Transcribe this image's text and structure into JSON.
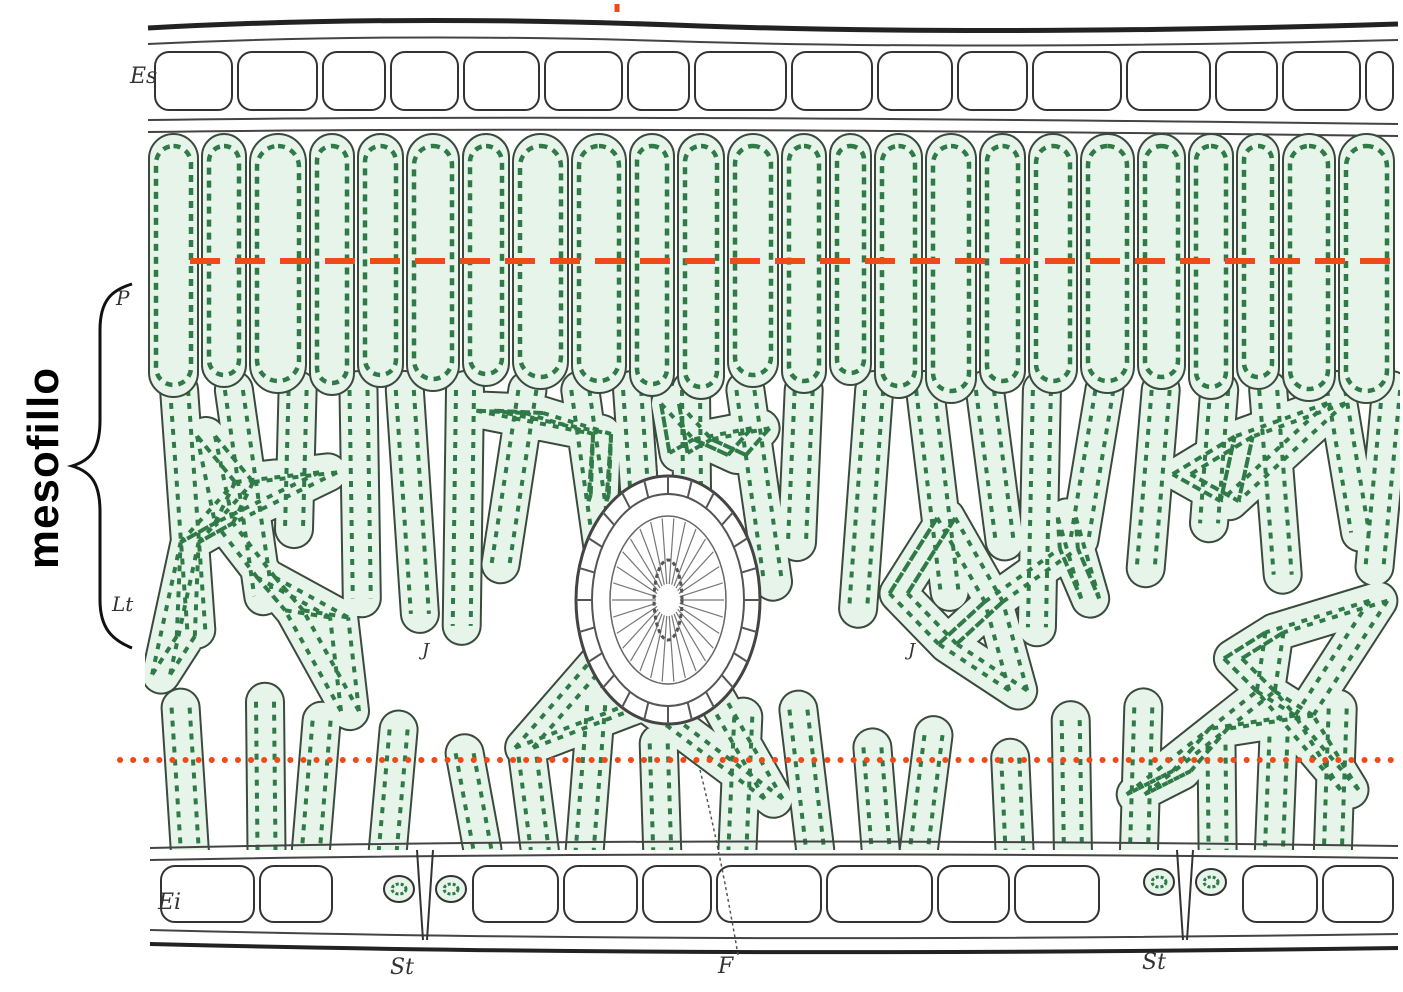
{
  "labels": {
    "side": "mesofillo",
    "upper_epidermis": "Es",
    "lower_epidermis": "Ei",
    "palisade": "P",
    "spongy": "Lt",
    "stoma_left": "St",
    "stoma_right": "St",
    "vascular": "F",
    "intercellular_left": "J",
    "intercellular_right": "J"
  },
  "colors": {
    "cell_fill": "#e6f4ea",
    "chloroplast": "#2f7a46",
    "outline": "#3a4a3c",
    "marker_lines": "#f04a1a",
    "epidermis_fill": "#ffffff"
  }
}
